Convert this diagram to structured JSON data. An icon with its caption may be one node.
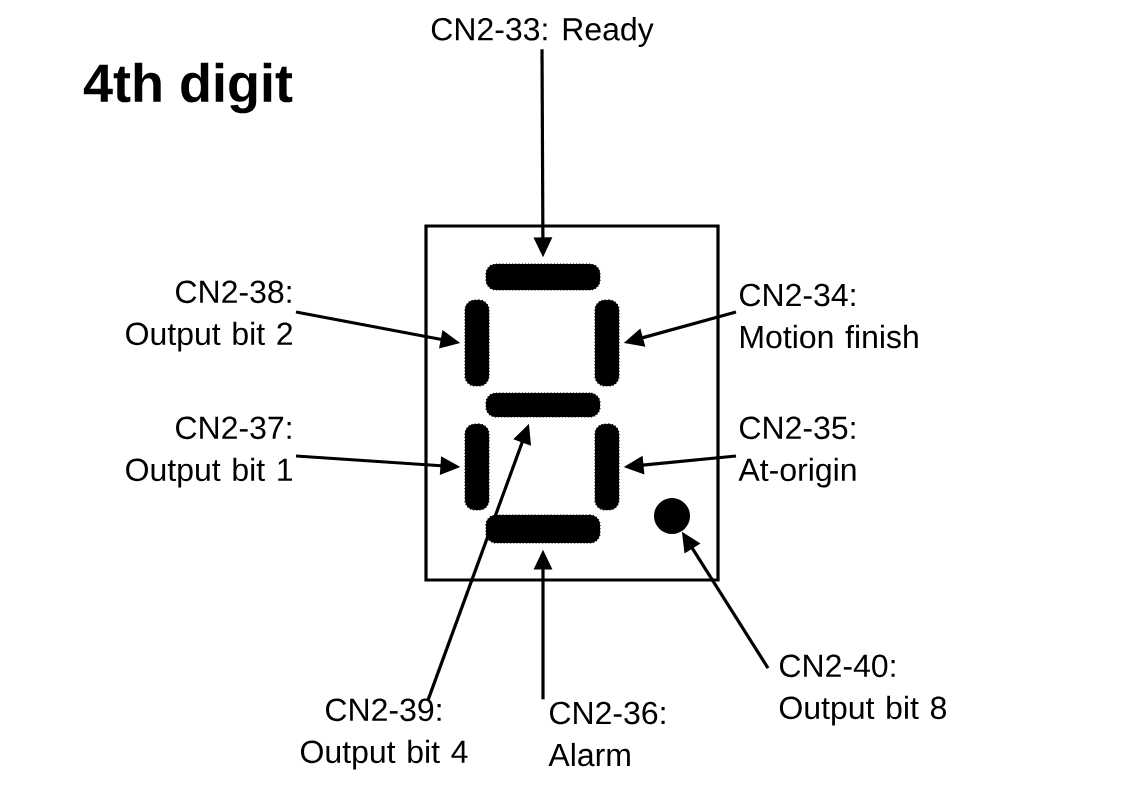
{
  "diagram": {
    "title": "4th digit",
    "nodes": [
      {
        "text": [],
        "shape": "box"
      },
      {
        "text": [],
        "shape": "bar",
        "in": 0
      },
      {
        "text": [],
        "shape": "bar",
        "in": 0
      },
      {
        "text": [],
        "shape": "bar",
        "in": 0
      },
      {
        "text": [],
        "shape": "bar",
        "in": 0
      },
      {
        "text": [],
        "shape": "bar",
        "in": 0
      },
      {
        "text": [],
        "shape": "bar",
        "in": 0
      },
      {
        "text": [],
        "shape": "bar",
        "in": 0
      },
      {
        "text": [],
        "shape": "circle",
        "in": 0
      },
      {
        "text": [
          "CN2-33: Ready"
        ]
      },
      {
        "text": [
          "CN2-38: Output bit 2"
        ]
      },
      {
        "text": [
          "CN2-34: Motion finish"
        ]
      },
      {
        "text": [
          "CN2-37: Output bit 1"
        ]
      },
      {
        "text": [
          "CN2-35: At-origin"
        ]
      },
      {
        "text": [
          "CN2-40: Output bit 8"
        ]
      },
      {
        "text": [
          "CN2-39: Output bit 4"
        ]
      },
      {
        "text": [
          "CN2-36: Alarm"
        ]
      }
    ],
    "edges": [
      {
        "from": 9,
        "to": 1,
        "arrow": "to"
      },
      {
        "from": 10,
        "to": 2,
        "arrow": "to"
      },
      {
        "from": 11,
        "to": 3,
        "arrow": "to"
      },
      {
        "from": 12,
        "to": 5,
        "arrow": "to"
      },
      {
        "from": 13,
        "to": 6,
        "arrow": "to"
      },
      {
        "from": 14,
        "to": 8,
        "arrow": "to"
      },
      {
        "from": 15,
        "to": 4,
        "arrow": "to"
      },
      {
        "from": 16,
        "to": 7,
        "arrow": "to"
      }
    ]
  }
}
